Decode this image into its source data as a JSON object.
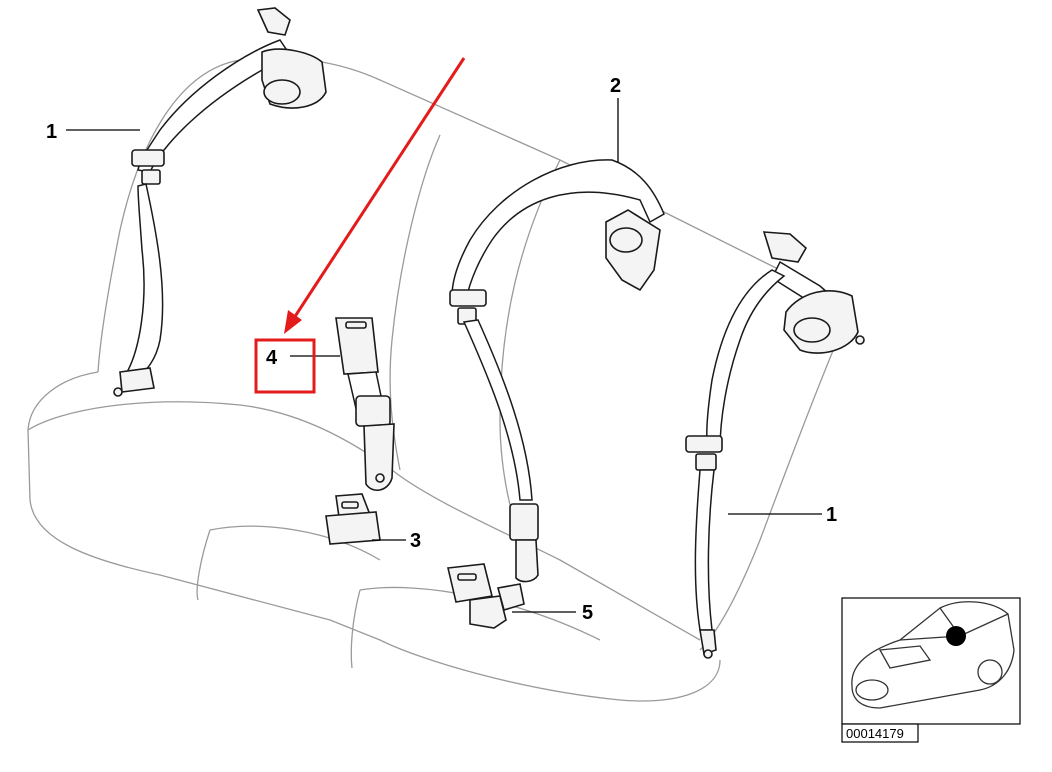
{
  "diagram": {
    "callouts": [
      {
        "id": "1a",
        "label": "1"
      },
      {
        "id": "2",
        "label": "2"
      },
      {
        "id": "4",
        "label": "4"
      },
      {
        "id": "3",
        "label": "3"
      },
      {
        "id": "5",
        "label": "5"
      },
      {
        "id": "1b",
        "label": "1"
      }
    ],
    "highlight": {
      "color": "#e31b1b",
      "target_callout": "4"
    },
    "thumbnail": {
      "part_number": "00014179"
    }
  }
}
